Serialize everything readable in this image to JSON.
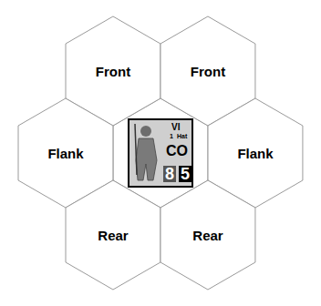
{
  "diagram": {
    "nodes": [
      {
        "text": [
          "Front"
        ]
      },
      {
        "text": [
          "Front"
        ]
      },
      {
        "text": [
          "Flank"
        ]
      },
      {
        "text": [
          "VI",
          "1",
          "Hat",
          "CO",
          "8",
          "5"
        ]
      },
      {
        "text": [
          "Flank"
        ]
      },
      {
        "text": [
          "Rear"
        ]
      },
      {
        "text": [
          "Rear"
        ]
      }
    ]
  }
}
